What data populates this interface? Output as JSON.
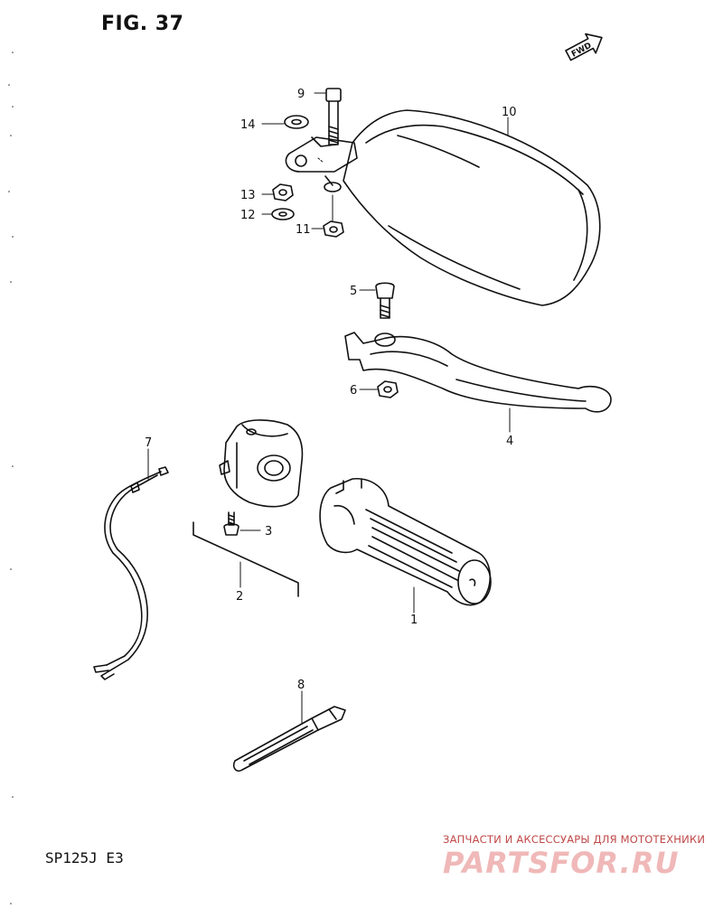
{
  "figure": {
    "title": "FIG. 37",
    "fwd_label": "FWD",
    "model": "SP125J  E3"
  },
  "callouts": [
    "1",
    "2",
    "3",
    "4",
    "5",
    "6",
    "7",
    "8",
    "9",
    "10",
    "11",
    "12",
    "13",
    "14"
  ],
  "watermark": {
    "line": "ЗАПЧАСТИ И АКСЕССУАРЫ ДЛЯ МОТОТЕХНИКИ",
    "brand": "PARTSFOR.RU"
  }
}
